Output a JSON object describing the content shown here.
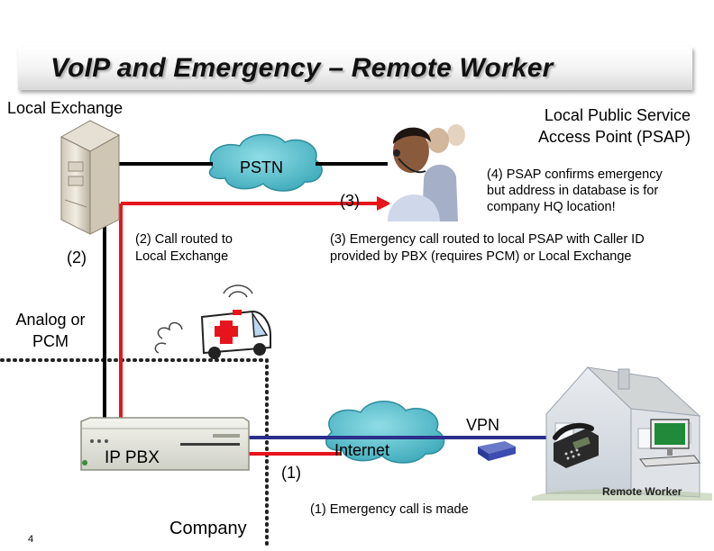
{
  "title": "VoIP and Emergency – Remote Worker",
  "labels": {
    "local_exchange": "Local Exchange",
    "psap_line1": "Local Public Service",
    "psap_line2": "Access Point (PSAP)",
    "pstn": "PSTN",
    "step3_marker": "(3)",
    "psap_note_line1": "(4) PSAP confirms emergency",
    "psap_note_line2": "but address in database is for",
    "psap_note_line3": "company HQ location!",
    "step2_marker": "(2)",
    "step2_line1": "(2) Call routed to",
    "step2_line2": "Local Exchange",
    "step3_line1": "(3) Emergency call routed to local PSAP with Caller ID",
    "step3_line2": "provided by PBX (requires PCM) or Local Exchange",
    "analog_line1": "Analog or",
    "analog_line2": "PCM",
    "vpn": "VPN",
    "internet": "Internet",
    "ip_pbx": "IP PBX",
    "step1_marker": "(1)",
    "step1_text": "(1) Emergency call is made",
    "remote_worker": "Remote Worker",
    "company": "Company",
    "page_number": "4"
  },
  "colors": {
    "call_path": "#e8141c",
    "trunk_line": "#000000",
    "vpn_line": "#2a2f8a",
    "cloud_fill": "#4fb8c8",
    "cloud_edge": "#2f8e9c",
    "boundary": "#222222"
  },
  "icons": {
    "exchange": "server-tower-icon",
    "operators": "call-center-operators-icon",
    "ambulance": "ambulance-icon",
    "pbx": "ip-pbx-device-icon",
    "router": "vpn-router-icon",
    "house": "house-icon",
    "phone": "desk-phone-icon",
    "computer": "computer-icon"
  }
}
